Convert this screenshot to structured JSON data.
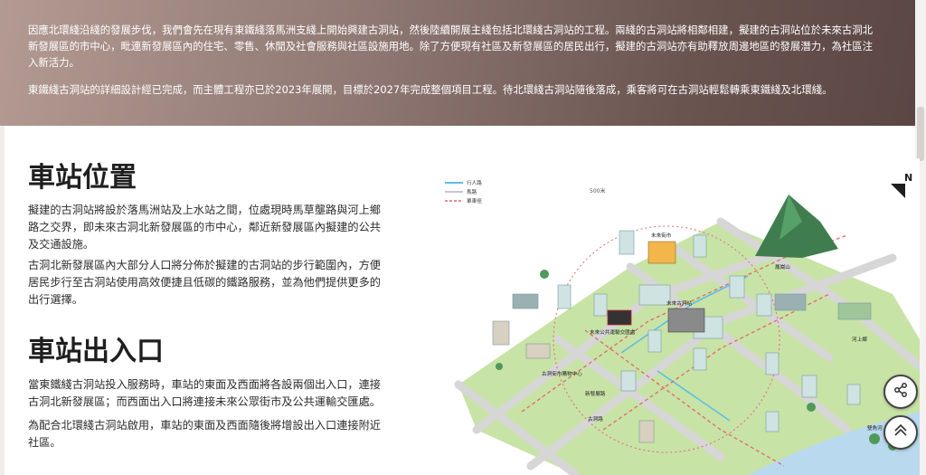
{
  "intro": {
    "paragraph_1": "因應北環綫沿綫的發展步伐，我們會先在現有東鐵綫落馬洲支綫上開始興建古洞站，然後陸續開展主綫包括北環綫古洞站的工程。兩綫的古洞站將相鄰相建，擬建的古洞站位於未來古洞北新發展區的市中心，毗連新發展區內的住宅、零售、休閒及社會服務與社區設施用地。除了方便現有社區及新發展區的居民出行，擬建的古洞站亦有助釋放周邊地區的發展潛力，為社區注入新活力。",
    "paragraph_2": "東鐵綫古洞站的詳細設計經已完成，而主體工程亦已於2023年展開，目標於2027年完成整個項目工程。待北環綫古洞站隨後落成，乘客將可在古洞站輕鬆轉乘東鐵綫及北環綫。"
  },
  "station_location": {
    "heading": "車站位置",
    "paragraph_1": "擬建的古洞站將設於落馬洲站及上水站之間，位處現時馬草壟路與河上鄉路之交界，即未來古洞北新發展區的市中心，鄰近新發展區內擬建的公共及交通設施。",
    "paragraph_2": "古洞北新發展區內大部分人口將分佈於擬建的古洞站的步行範圍內，方便居民步行至古洞站使用高效便捷且低碳的鐵路服務，並為他們提供更多的出行選擇。"
  },
  "station_exits": {
    "heading": "車站出入口",
    "paragraph_1": "當東鐵綫古洞站投入服務時，車站的東面及西面將各設兩個出入口，連接古洞北新發展區；而西面出入口將連接未來公眾街市及公共運輸交匯處。",
    "paragraph_2": "為配合北環綫古洞站啟用，車站的東面及西面隨後將增設出入口連接附近社區。"
  },
  "map": {
    "north_label": "N",
    "legend": [
      "行人路",
      "馬路",
      "單車徑"
    ],
    "radius_label": "500米",
    "labels": {
      "future_market": "未來街市",
      "kwu_tung_station": "未來古洞站",
      "pti": "未來公共運輸交匯處",
      "fung_kong_shan": "鳳崗山",
      "ho_sheung_heung": "河上鄉",
      "kwu_tung_village_centre": "古洞街市購物中心",
      "ma_tso_lung_road": "新發展路",
      "kwu_tung_road": "古洞路",
      "river": "雙魚河"
    },
    "colors": {
      "green_area": "#c8e3a6",
      "road": "#d4d4d4",
      "pedestrian": "#5bbfe6",
      "cycle": "#e06a6a",
      "building": "#cfe3e3"
    }
  },
  "actions": {
    "share_icon": "share-icon",
    "back_to_top_icon": "chevron-up-icon"
  }
}
